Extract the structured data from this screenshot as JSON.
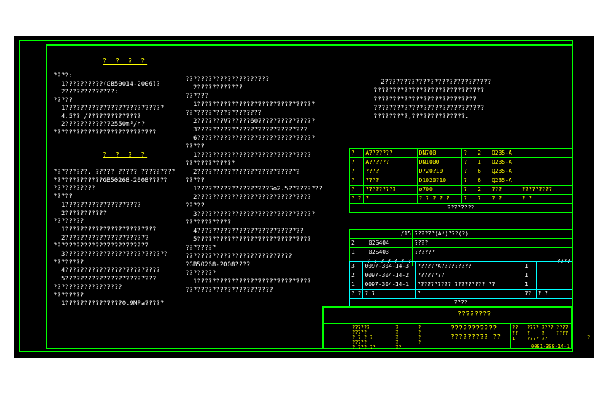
{
  "col1": {
    "heading1": "? ? ? ?",
    "lines1": [
      "????:",
      "1??????????(GB50014-2006)?",
      "2?????????????:",
      "?????",
      "1??????????????????????????",
      "4.5?? /??????????????",
      "2????????????2550m³/h?",
      "???????????????????????????"
    ],
    "heading2": "? ? ? ?",
    "lines2": [
      "?????????. ????? ????? ?????????",
      "?????????????GB50268-2008?????",
      "???????????",
      "?????",
      "1????????????????????",
      "2???????????",
      "????????",
      "1????????????????????????",
      "2??????????????????????",
      "?????????????????????????",
      "3???????????????????????????",
      "????????",
      "4?????????????????????????",
      "5????????????????????????",
      "??????????????????",
      "????????",
      "1???????????????0.9MPa?????"
    ]
  },
  "col2": {
    "lines": [
      "??????????????????????",
      "2????????????",
      "??????",
      "1???????????????????????????????",
      "????????????????????",
      "2???????V??????60???????????????",
      "3?????????????????????????????",
      "6???????????????????????????????",
      "?????",
      "1??????????????????????????????",
      "?????????????",
      "2???????????????????????????",
      "?????",
      "1???????????????????So2.5?????????",
      "2??????????????????????????????",
      "?????",
      "3???????????????????????????????",
      "????????????",
      "4????????????????????????????",
      "5??????????????????????????????",
      "????????",
      "????????????????????????????",
      "?GB50268-2008????",
      "????????",
      "1??????????????????????????????",
      "???????????????????????"
    ]
  },
  "col3": {
    "lines": [
      "2????????????????????????????",
      "?????????????????????????????",
      "???????????????????????????",
      "?????????????????????????????",
      "?????????,??????????????."
    ]
  },
  "parts_table": {
    "rows": [
      [
        "?",
        "A???????",
        "DN700",
        "?",
        "2",
        "Q235-A",
        ""
      ],
      [
        "?",
        "A??????",
        "DN1000",
        "?",
        "1",
        "Q235-A",
        ""
      ],
      [
        "?",
        "????",
        "D720?10",
        "?",
        "6",
        "Q235-A",
        ""
      ],
      [
        "?",
        "????",
        "D1020?10",
        "?",
        "6",
        "Q235-A",
        ""
      ],
      [
        "?",
        "?????????",
        "ø700",
        "?",
        "2",
        "???",
        "?????????"
      ],
      [
        "? ?",
        "?",
        "? ? ? ? ?",
        "?",
        "?",
        "? ?",
        "? ?"
      ]
    ],
    "footer": "????????"
  },
  "ref_table": {
    "header": [
      "/15",
      "??????(A³)???(?)"
    ],
    "rows": [
      [
        "2",
        "02S404",
        "????"
      ],
      [
        "1",
        "02S403",
        "??????"
      ]
    ],
    "footer": [
      "? ? ? ? ? ? ?",
      "????"
    ]
  },
  "drawing_table": {
    "rows": [
      [
        "3",
        "0097-304-14-3",
        "??????A?????????",
        "1",
        ""
      ],
      [
        "2",
        "0097-304-14-2",
        "????????",
        "1",
        ""
      ],
      [
        "1",
        "0097-304-14-1",
        "??????????  ?????????  ??",
        "1",
        ""
      ],
      [
        "? ?",
        "?  ?",
        "?",
        "??",
        "?  ?"
      ]
    ],
    "footer": "????"
  },
  "title_block": {
    "project": "????????",
    "name1": "???????????",
    "name2": "?????????  ??",
    "drawing_no": "0081-308-14-1",
    "sign_cells": [
      "??????",
      "?",
      "?",
      "?????",
      "?",
      "?",
      "? ? ? ?",
      "?",
      "?",
      "?????",
      "?",
      "?",
      "? ??? ??",
      "??"
    ],
    "meta_cells": [
      "??",
      "????",
      "????",
      "????",
      "??",
      "?",
      "?",
      "????",
      "1",
      "????",
      "??"
    ]
  },
  "corner_mark": "?"
}
